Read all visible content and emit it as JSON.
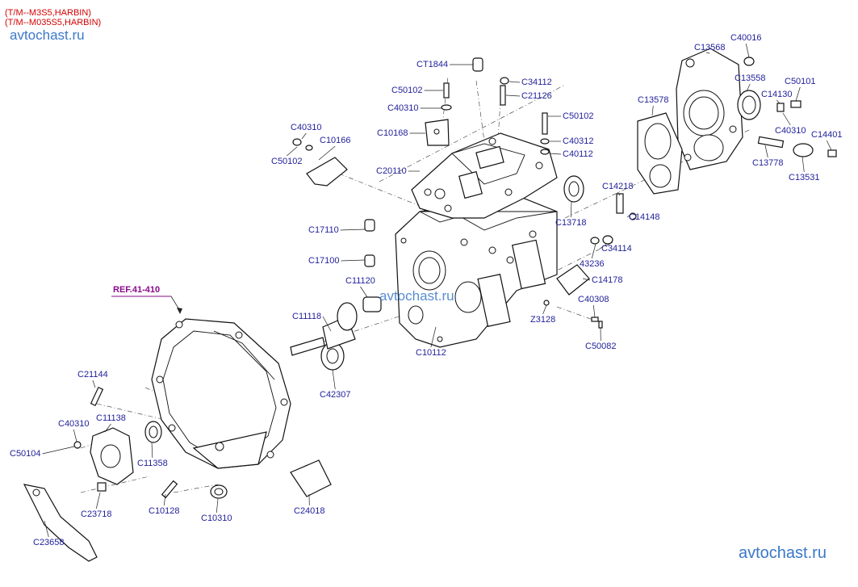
{
  "header": {
    "model_line_1": "(T/M--M3S5,HARBIN)",
    "model_line_2": "(T/M--M035S5,HARBIN)"
  },
  "watermarks": {
    "top_left": "avtochast.ru",
    "center": "avtochast.ru",
    "bottom_right": "avtochast.ru"
  },
  "reference": {
    "label": "REF.41-410"
  },
  "parts": {
    "CT1844": "CT1844",
    "C50102_a": "C50102",
    "C40310_a": "C40310",
    "C10168": "C10168",
    "C34112": "C34112",
    "C21126": "C21126",
    "C50102_b": "C50102",
    "C40312": "C40312",
    "C40112": "C40112",
    "C20110": "C20110",
    "C40310_b": "C40310",
    "C10166": "C10166",
    "C50102_c": "C50102",
    "C17110": "C17110",
    "C17100": "C17100",
    "C11120": "C11120",
    "C11118": "C11118",
    "C42307": "C42307",
    "C10112": "C10112",
    "C13718": "C13718",
    "C13578": "C13578",
    "C14218": "C14218",
    "C14148": "C14148",
    "C34114": "C34114",
    "P43236": "43236",
    "C14178": "C14178",
    "C40308": "C40308",
    "Z3128": "Z3128",
    "C50082": "C50082",
    "C13568": "C13568",
    "C40016": "C40016",
    "C13558": "C13558",
    "C50101": "C50101",
    "C14130": "C14130",
    "C40310_c": "C40310",
    "C14401": "C14401",
    "C13778": "C13778",
    "C13531": "C13531",
    "C21144": "C21144",
    "C40310_d": "C40310",
    "C11138": "C11138",
    "C50104": "C50104",
    "C11358": "C11358",
    "C23718": "C23718",
    "C10128": "C10128",
    "C10310": "C10310",
    "C24018": "C24018",
    "C23658": "C23658"
  },
  "colors": {
    "header_red": "#d40000",
    "label_blue": "#1f1f9a",
    "ref_purple": "#8b0a8b",
    "watermark_blue": "#3a78c8"
  }
}
